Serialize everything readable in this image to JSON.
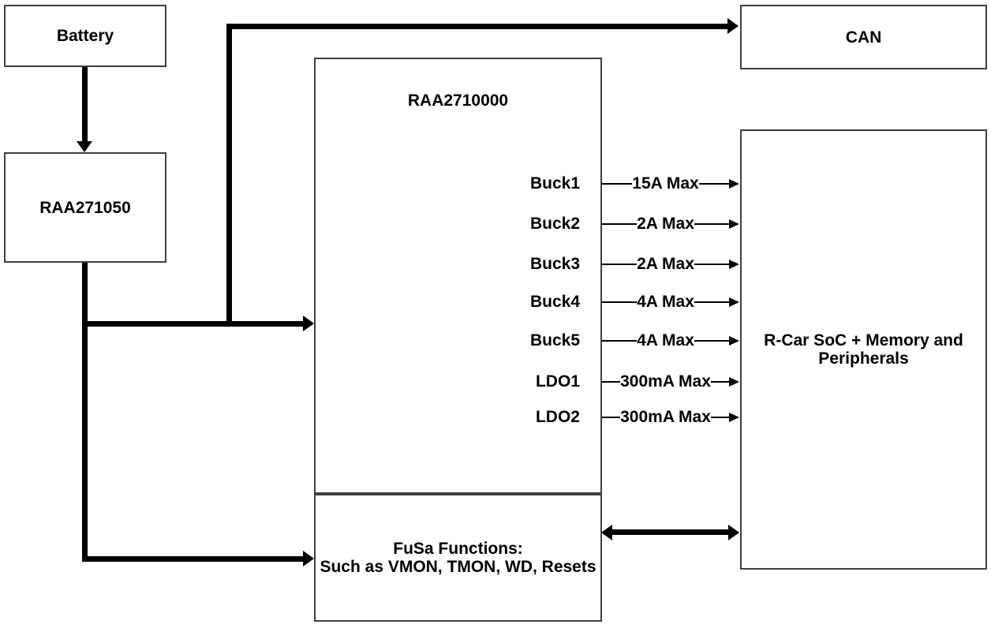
{
  "colors": {
    "background": "#ffffff",
    "box_border": "#3f3f3f",
    "line": "#000000",
    "text": "#000000"
  },
  "boxes": {
    "battery": {
      "label": "Battery"
    },
    "raa271050": {
      "label": "RAA271050"
    },
    "raa2710000": {
      "title": "RAA2710000"
    },
    "fusa": {
      "line1": "FuSa Functions:",
      "line2": "Such as VMON, TMON, WD, Resets"
    },
    "can": {
      "label": "CAN"
    },
    "rcar": {
      "line1": "R-Car SoC + Memory and",
      "line2": "Peripherals"
    }
  },
  "ports": [
    {
      "name": "Buck1",
      "rating": "15A Max"
    },
    {
      "name": "Buck2",
      "rating": "2A Max"
    },
    {
      "name": "Buck3",
      "rating": "2A Max"
    },
    {
      "name": "Buck4",
      "rating": "4A Max"
    },
    {
      "name": "Buck5",
      "rating": "4A Max"
    },
    {
      "name": "LDO1",
      "rating": "300mA Max"
    },
    {
      "name": "LDO2",
      "rating": "300mA Max"
    }
  ]
}
